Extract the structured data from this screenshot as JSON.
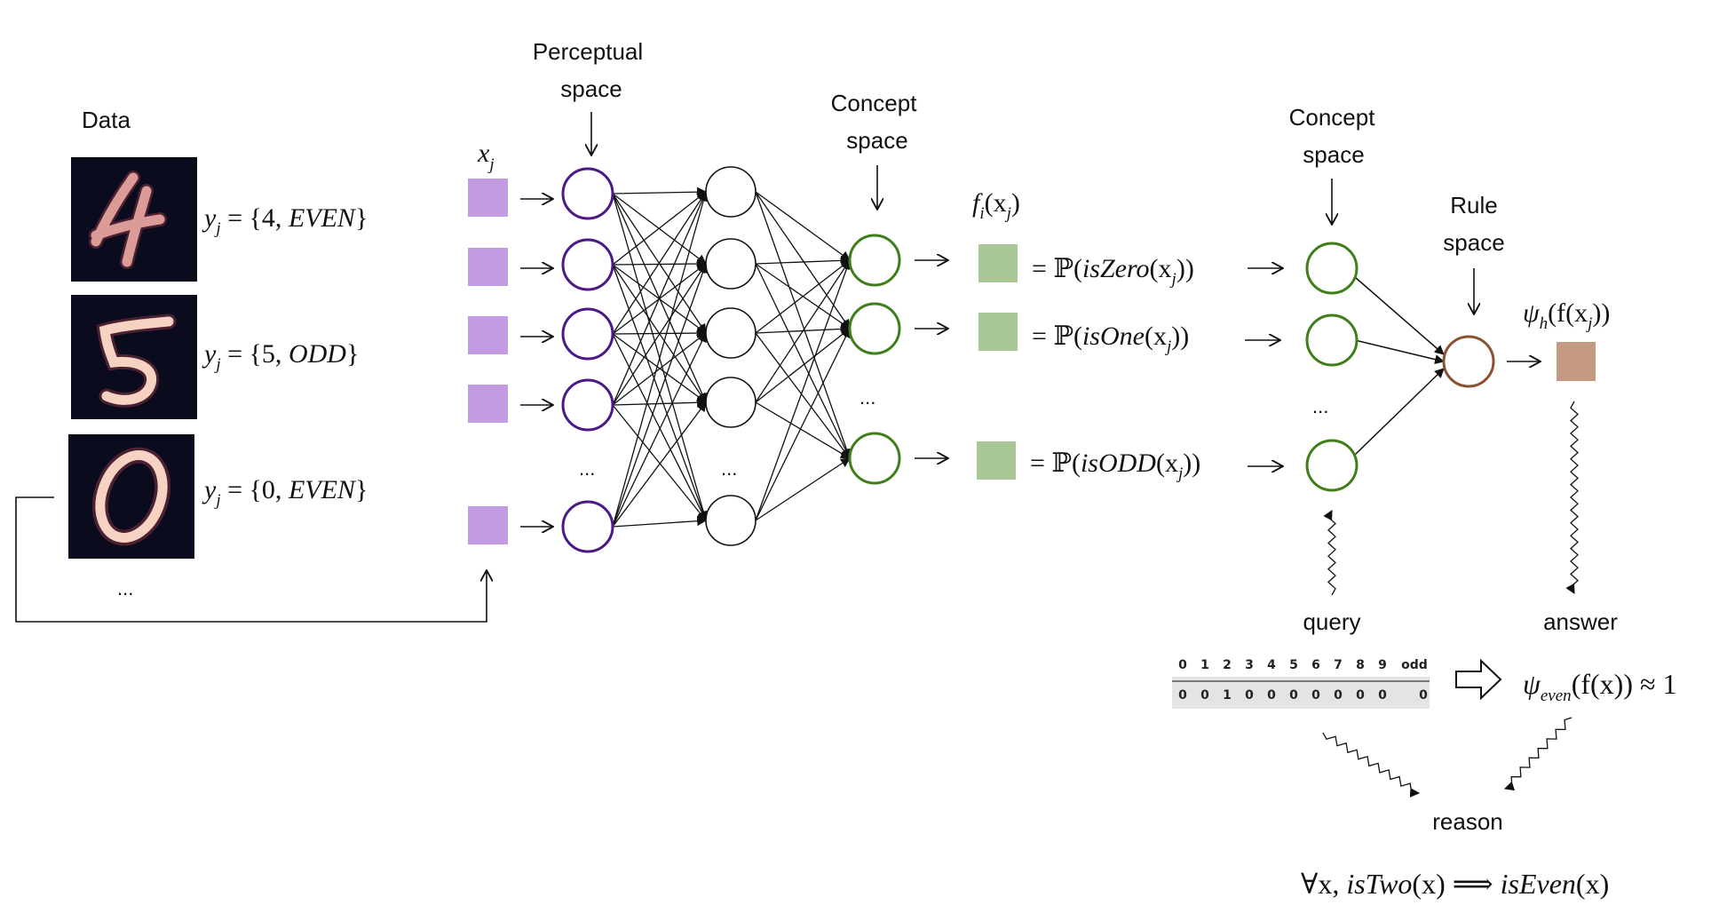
{
  "labels": {
    "data": "Data",
    "perceptual_space": [
      "Perceptual",
      "space"
    ],
    "concept_space_1": [
      "Concept",
      "space"
    ],
    "concept_space_2": [
      "Concept",
      "space"
    ],
    "rule_space": [
      "Rule",
      "space"
    ],
    "xj": "x",
    "xj_sub": "j",
    "fi": "f",
    "fi_sub": "i",
    "fi_arg": "(x",
    "fi_arg_sub": "j",
    "fi_close": ")",
    "psi": "ψ",
    "psi_sub": "h",
    "psi_arg": "(f(x",
    "psi_arg_sub": "j",
    "psi_close": "))",
    "query": "query",
    "answer": "answer",
    "reason": "reason",
    "ellipsis": "..."
  },
  "samples": [
    {
      "digit": "4",
      "y": "y",
      "y_sub": "j",
      "eq": " = {4, ",
      "tag": "EVEN",
      "close": "}"
    },
    {
      "digit": "5",
      "y": "y",
      "y_sub": "j",
      "eq": " = {5, ",
      "tag": "ODD",
      "close": "}"
    },
    {
      "digit": "0",
      "y": "y",
      "y_sub": "j",
      "eq": " = {0, ",
      "tag": "EVEN",
      "close": "}"
    }
  ],
  "concepts": [
    {
      "prefix": "= ℙ(",
      "name": "isZero",
      "arg": "(x",
      "sub": "j",
      "close": "))"
    },
    {
      "prefix": "= ℙ(",
      "name": "isOne",
      "arg": "(x",
      "sub": "j",
      "close": "))"
    },
    {
      "prefix": "= ℙ(",
      "name": "isODD",
      "arg": "(x",
      "sub": "j",
      "close": "))"
    }
  ],
  "query_table": {
    "headers": [
      "0",
      "1",
      "2",
      "3",
      "4",
      "5",
      "6",
      "7",
      "8",
      "9",
      "odd"
    ],
    "values": [
      "0",
      "0",
      "1",
      "0",
      "0",
      "0",
      "0",
      "0",
      "0",
      "0",
      "0"
    ]
  },
  "psi_even": {
    "psi": "ψ",
    "sub": "even",
    "rest": "(f(x)) ≈ 1"
  },
  "rule": {
    "forall": "∀x, ",
    "lhs": "isTwo",
    "lhs_arg": "(x) ⟹ ",
    "rhs": "isEven",
    "rhs_arg": "(x)"
  },
  "colors": {
    "input_square": "#c39be3",
    "perceptual_node": "#4b1a86",
    "hidden_node": "#111111",
    "concept_node": "#3f7f1a",
    "concept_square": "#a9c695",
    "rule_node": "#8a5232",
    "rule_square": "#c49b80",
    "digit_bg": "#0b0b1e",
    "table_bg": "#e4e4e4"
  },
  "icons": [
    "arrow-icon",
    "double-arrow-icon",
    "wavy-arrow-icon"
  ]
}
